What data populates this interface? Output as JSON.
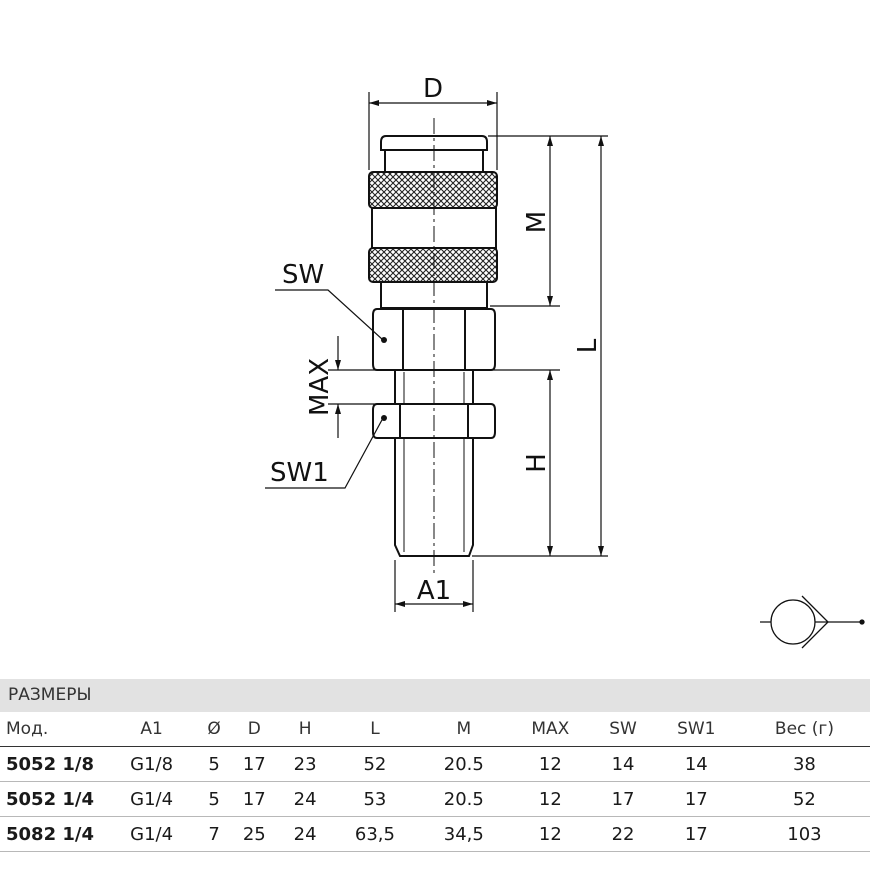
{
  "drawing": {
    "labels": {
      "D": "D",
      "M": "M",
      "L": "L",
      "SW": "SW",
      "MAX": "MAX",
      "H": "H",
      "SW1": "SW1",
      "A1": "A1"
    }
  },
  "table": {
    "section_title": "РАЗМЕРЫ",
    "headers": [
      "Мод.",
      "A1",
      "Ø",
      "D",
      "H",
      "L",
      "M",
      "MAX",
      "SW",
      "SW1",
      "Вес (г)"
    ],
    "rows": [
      [
        "5052 1/8",
        "G1/8",
        "5",
        "17",
        "23",
        "52",
        "20.5",
        "12",
        "14",
        "14",
        "38"
      ],
      [
        "5052 1/4",
        "G1/4",
        "5",
        "17",
        "24",
        "53",
        "20.5",
        "12",
        "17",
        "17",
        "52"
      ],
      [
        "5082 1/4",
        "G1/4",
        "7",
        "25",
        "24",
        "63,5",
        "34,5",
        "12",
        "22",
        "17",
        "103"
      ]
    ]
  }
}
